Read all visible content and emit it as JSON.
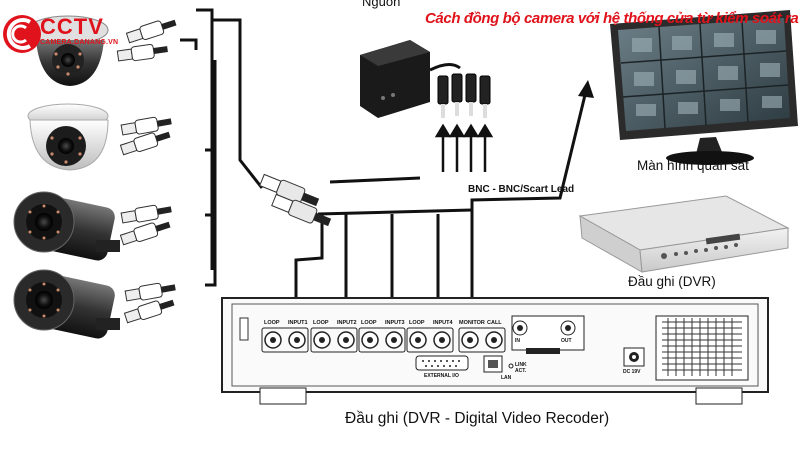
{
  "title": "Cách đồng bộ camera với hệ thống cửa từ kiểm soát ra vào",
  "logo": {
    "brand": "CCTV",
    "site": "CAMERA.DANANG.VN"
  },
  "labels": {
    "power": "Nguồn",
    "monitor": "Màn hình quan sát",
    "cable": "BNC - BNC/Scart Lead",
    "dvr_small": "Đầu ghi (DVR)",
    "dvr_main": "Đầu ghi (DVR - Digital Video Recoder)"
  },
  "dvr_panel": {
    "ports": [
      "LOOP",
      "INPUT1",
      "LOOP",
      "INPUT2",
      "LOOP",
      "INPUT3",
      "LOOP",
      "INPUT4",
      "MONITOR",
      "CALL"
    ],
    "audio": [
      "IN",
      "OUT"
    ],
    "external": "EXTERNAL I/O",
    "lan": "LAN",
    "link": "LINK",
    "act": "ACT.",
    "dc": "DC 19V"
  },
  "colors": {
    "accent": "#e0121b",
    "cable": "#111111"
  }
}
